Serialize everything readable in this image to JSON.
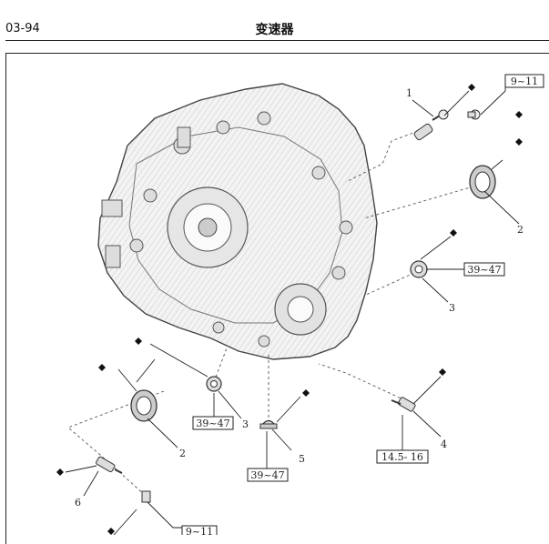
{
  "header": {
    "page_number": "03-94",
    "title": "变速器"
  },
  "callouts": [
    "1",
    "2",
    "3",
    "2",
    "3",
    "4",
    "5",
    "6"
  ],
  "torque_specs": {
    "top_right": "9~11",
    "plug_right": "39~47",
    "plug_left": "39~47",
    "plug_bottom": "39~47",
    "sensor_right": "14.5- 16",
    "bottom_clip": "9~11"
  },
  "icons": {
    "replace_marker": "black-diamond-icon",
    "dashed_leader": "assembly-path"
  }
}
